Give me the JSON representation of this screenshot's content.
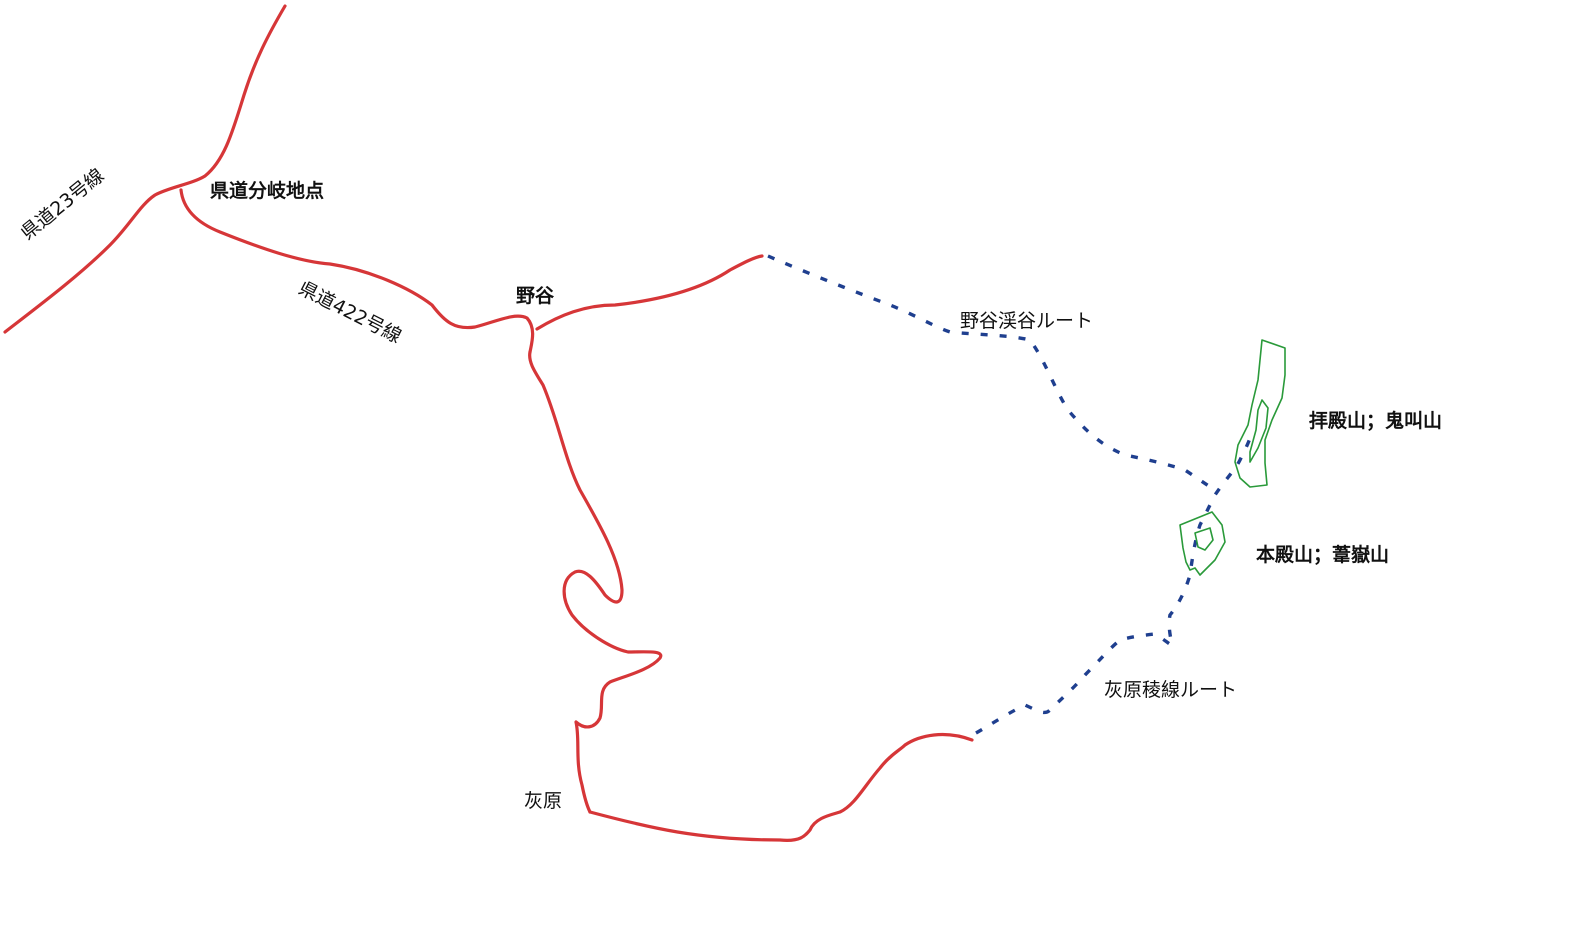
{
  "labels": {
    "kendo23": "県道23号線",
    "kendo_branch": "県道分岐地点",
    "kendo422": "県道422号線",
    "noya": "野谷",
    "noya_route": "野谷渓谷ルート",
    "haidono": "拝殿山；鬼叫山",
    "hondono": "本殿山；葦嶽山",
    "haibara_route": "灰原稜線ルート",
    "haibara": "灰原"
  },
  "colors": {
    "road": "#d63638",
    "trail": "#1f3f8f",
    "contour": "#2a9a3a"
  }
}
